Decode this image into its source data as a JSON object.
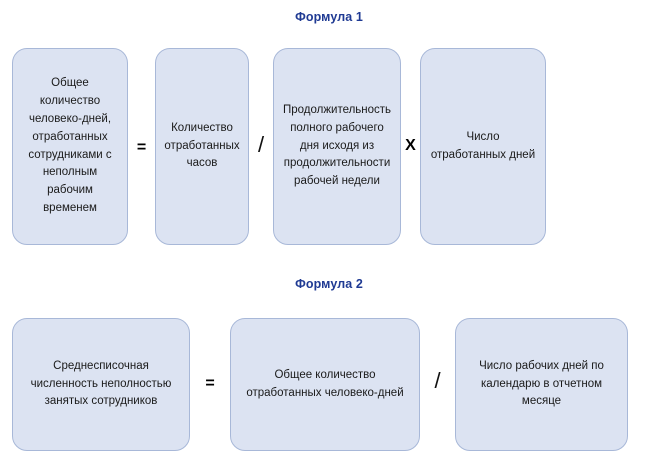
{
  "diagram": {
    "background_color": "#ffffff",
    "box_fill_color": "#dce3f2",
    "box_border_color": "#a8b8d8",
    "title_color": "#1f3a93"
  },
  "formulas": [
    {
      "title": "Формула 1",
      "boxes": [
        "Общее количество человеко-дней, отработанных сотрудниками с неполным рабочим временем",
        "Количество отработанных часов",
        "Продолжительность полного рабочего дня исходя из продолжительности рабочей недели",
        "Число отработанных дней"
      ],
      "operators": [
        "=",
        "/",
        "X"
      ]
    },
    {
      "title": "Формула 2",
      "boxes": [
        "Среднесписочная численность неполностью занятых сотрудников",
        "Общее количество отработанных человеко-дней",
        "Число рабочих дней по календарю в отчетном месяце"
      ],
      "operators": [
        "=",
        "/"
      ]
    }
  ]
}
